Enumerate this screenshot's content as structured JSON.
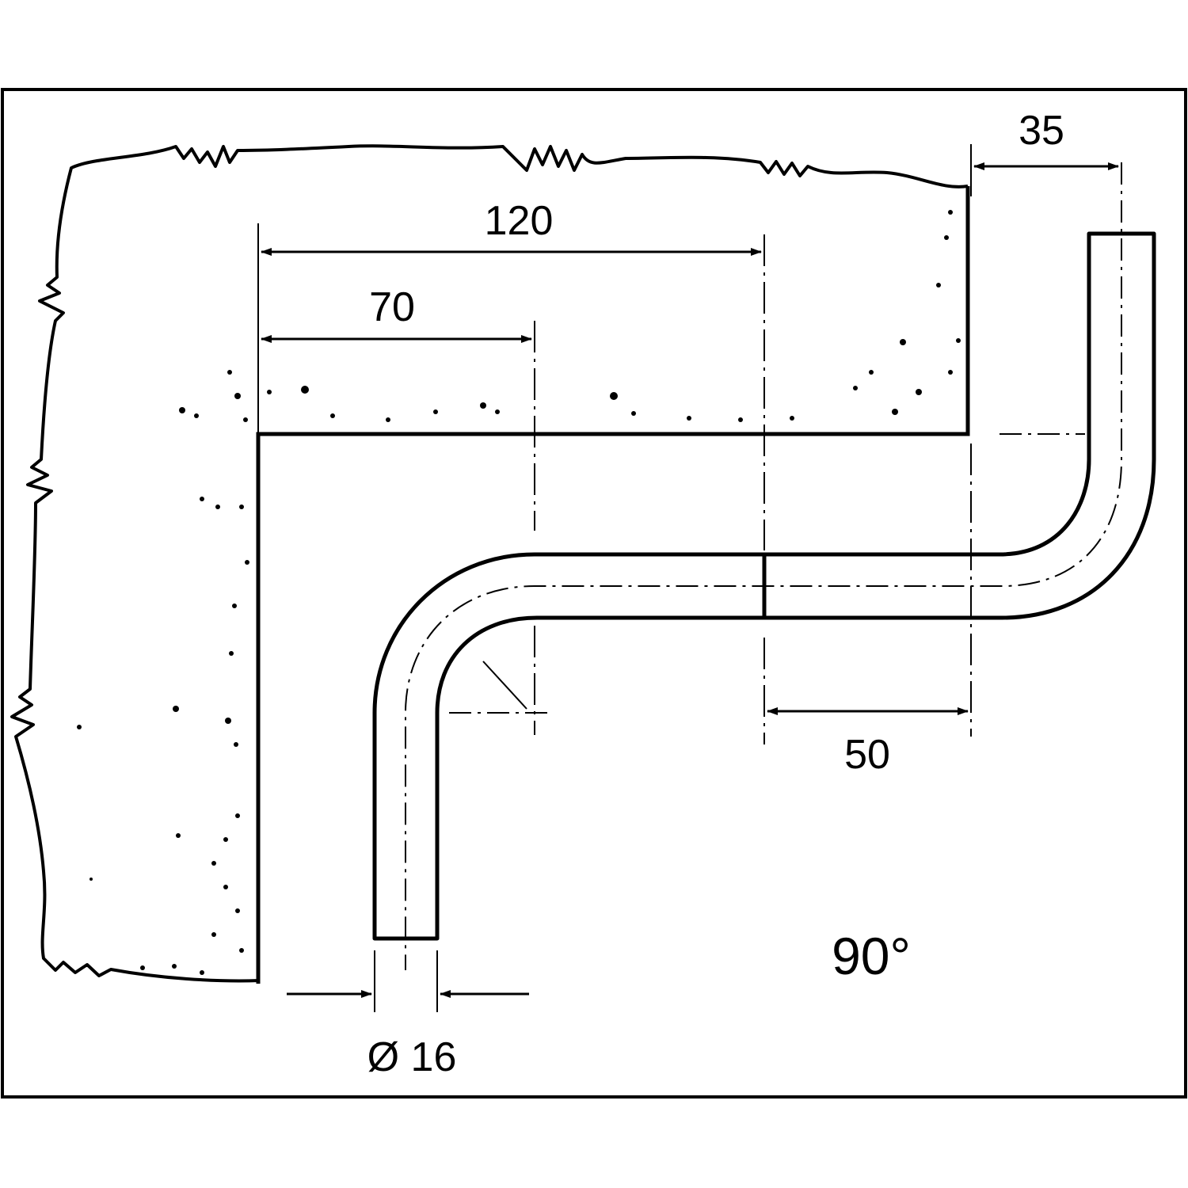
{
  "dimensions": {
    "d120": "120",
    "d70": "70",
    "d35": "35",
    "d50": "50",
    "diameter": "Ø 16"
  },
  "angle_label": "90°",
  "colors": {
    "ink": "#000000",
    "paper": "#ffffff"
  }
}
